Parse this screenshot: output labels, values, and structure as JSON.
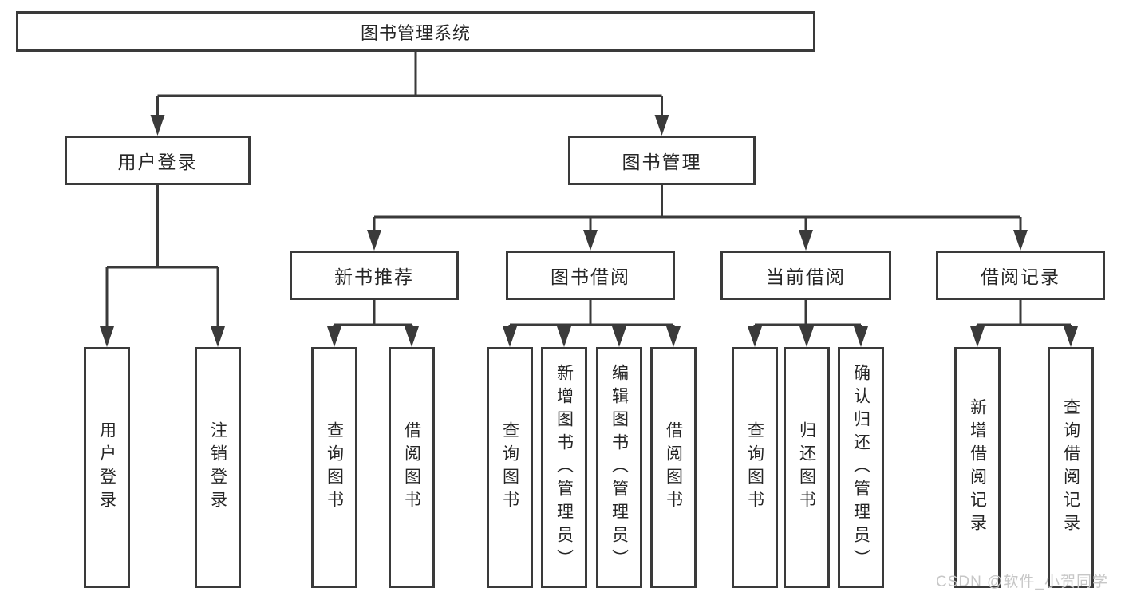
{
  "diagram": {
    "tree": {
      "label": "图书管理系统",
      "children": [
        {
          "label": "用户登录",
          "children": [
            {
              "label": "用户登录"
            },
            {
              "label": "注销登录"
            }
          ]
        },
        {
          "label": "图书管理",
          "children": [
            {
              "label": "新书推荐",
              "children": [
                {
                  "label": "查询图书"
                },
                {
                  "label": "借阅图书"
                }
              ]
            },
            {
              "label": "图书借阅",
              "children": [
                {
                  "label": "查询图书"
                },
                {
                  "label": "新增图书（管理员）"
                },
                {
                  "label": "编辑图书（管理员）"
                },
                {
                  "label": "借阅图书"
                }
              ]
            },
            {
              "label": "当前借阅",
              "children": [
                {
                  "label": "查询图书"
                },
                {
                  "label": "归还图书"
                },
                {
                  "label": "确认归还（管理员）"
                }
              ]
            },
            {
              "label": "借阅记录",
              "children": [
                {
                  "label": "新增借阅记录"
                },
                {
                  "label": "查询借阅记录"
                }
              ]
            }
          ]
        }
      ]
    },
    "watermark": "CSDN @软件_小贺同学",
    "colors": {
      "line": "#3a3a3a",
      "text": "#262626",
      "watermark": "#c7c7c7",
      "background": "#ffffff"
    }
  }
}
